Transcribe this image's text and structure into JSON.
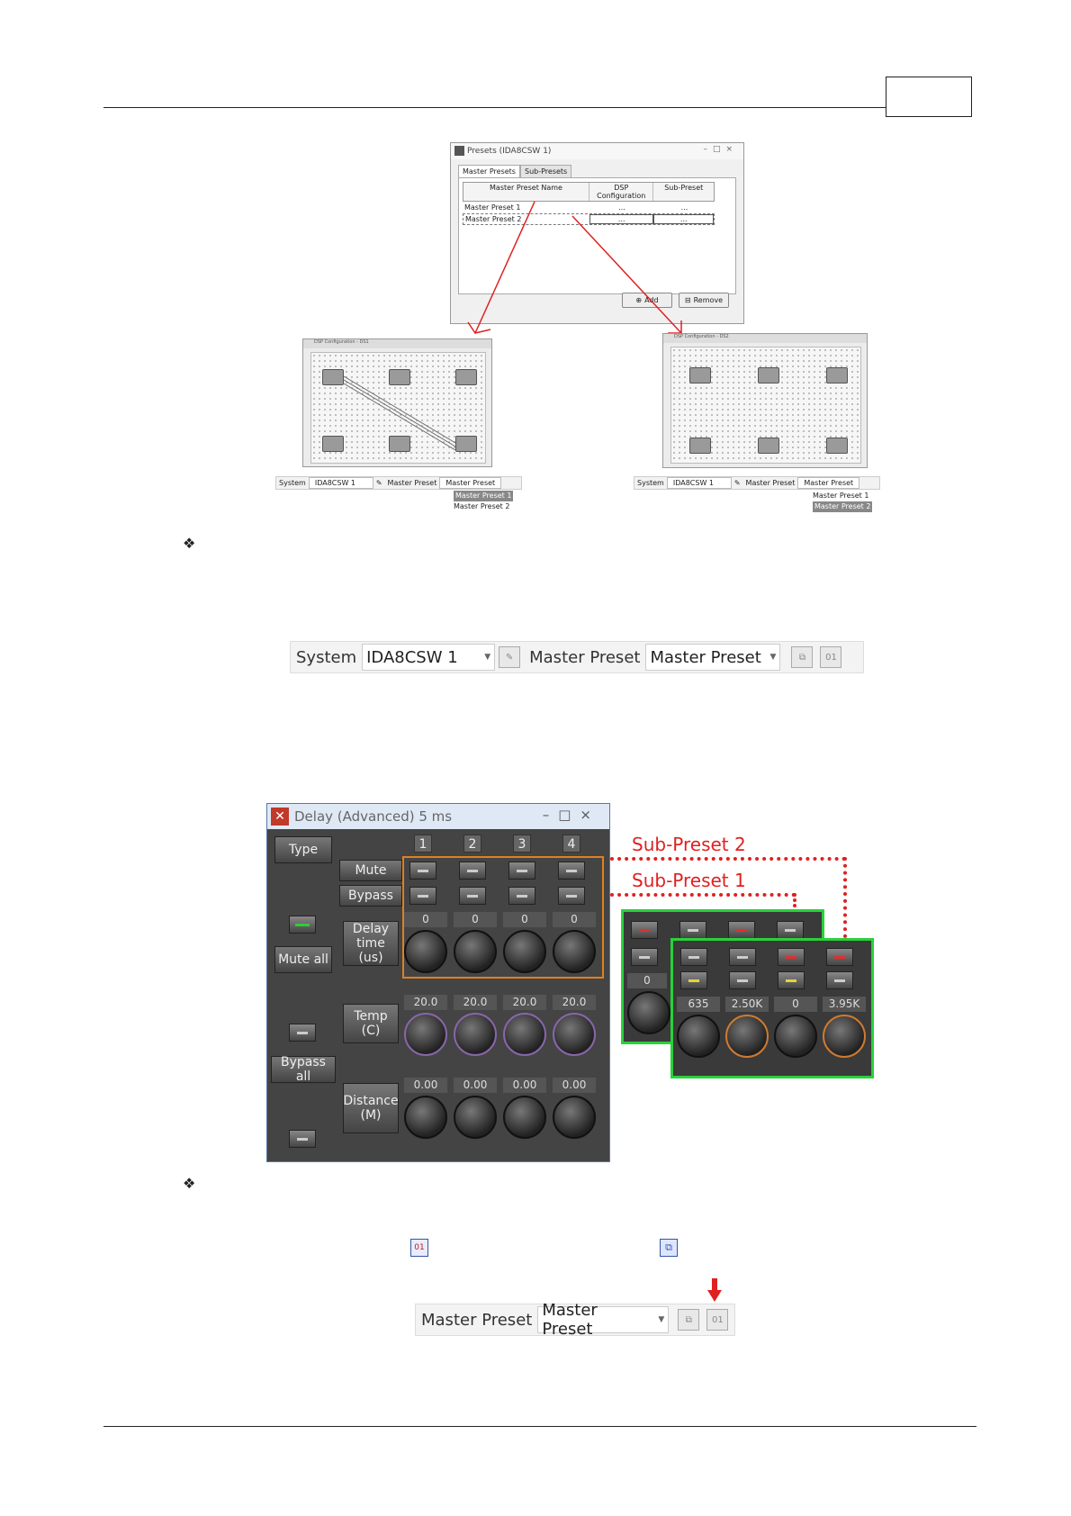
{
  "figure1": {
    "presets_window": {
      "title": "Presets (IDA8CSW 1)",
      "tabs": [
        "Master Presets",
        "Sub-Presets"
      ],
      "columns": [
        "Master Preset Name",
        "DSP Configuration",
        "Sub-Preset"
      ],
      "rows": [
        {
          "name": "Master Preset 1",
          "dsp": "...",
          "sub": "..."
        },
        {
          "name": "Master Preset 2",
          "dsp": "...",
          "sub": "..."
        }
      ],
      "add_label": "Add",
      "remove_label": "Remove"
    },
    "left_dsp_title": "DSP Configuration - DS1",
    "right_dsp_title": "DSP Configuration - DS2",
    "left_toolbar": {
      "system_label": "System",
      "system_value": "IDA8CSW 1",
      "mp_label": "Master Preset",
      "mp_value": "Master Preset"
    },
    "left_dropdown": [
      "Master Preset 1",
      "Master Preset 2"
    ],
    "right_toolbar": {
      "system_label": "System",
      "system_value": "IDA8CSW 1",
      "mp_label": "Master Preset",
      "mp_value": "Master Preset"
    },
    "right_dropdown": [
      "Master Preset 1",
      "Master Preset 2"
    ]
  },
  "figure2": {
    "system_label": "System",
    "system_value": "IDA8CSW 1",
    "mp_label": "Master Preset",
    "mp_value": "Master Preset",
    "icon_a": "copy-icon",
    "icon_b": "01"
  },
  "figure3": {
    "title": "Delay (Advanced) 5 ms",
    "channels": [
      "1",
      "2",
      "3",
      "4"
    ],
    "type_label": "Type",
    "mute_all_label": "Mute all",
    "bypass_all_label": "Bypass all",
    "mute_label": "Mute",
    "bypass_label": "Bypass",
    "delay_label": "Delay time (us)",
    "temp_label": "Temp (C)",
    "distance_label": "Distance (M)",
    "delay_values": [
      "0",
      "0",
      "0",
      "0"
    ],
    "temp_values": [
      "20.0",
      "20.0",
      "20.0",
      "20.0"
    ],
    "distance_values": [
      "0.00",
      "0.00",
      "0.00",
      "0.00"
    ],
    "sub_preset_2": "Sub-Preset 2",
    "sub_preset_1": "Sub-Preset 1",
    "sub1_value": "0",
    "sub2_values": [
      "635",
      "2.50K",
      "0",
      "3.95K"
    ],
    "highlight_color": "#e08020",
    "sub_border_color": "#29d13b",
    "annot_color": "#e02020"
  },
  "figure4": {
    "icon_sub": "01",
    "mp_label": "Master Preset",
    "mp_value": "Master Preset",
    "arrow_color": "#e02020"
  }
}
